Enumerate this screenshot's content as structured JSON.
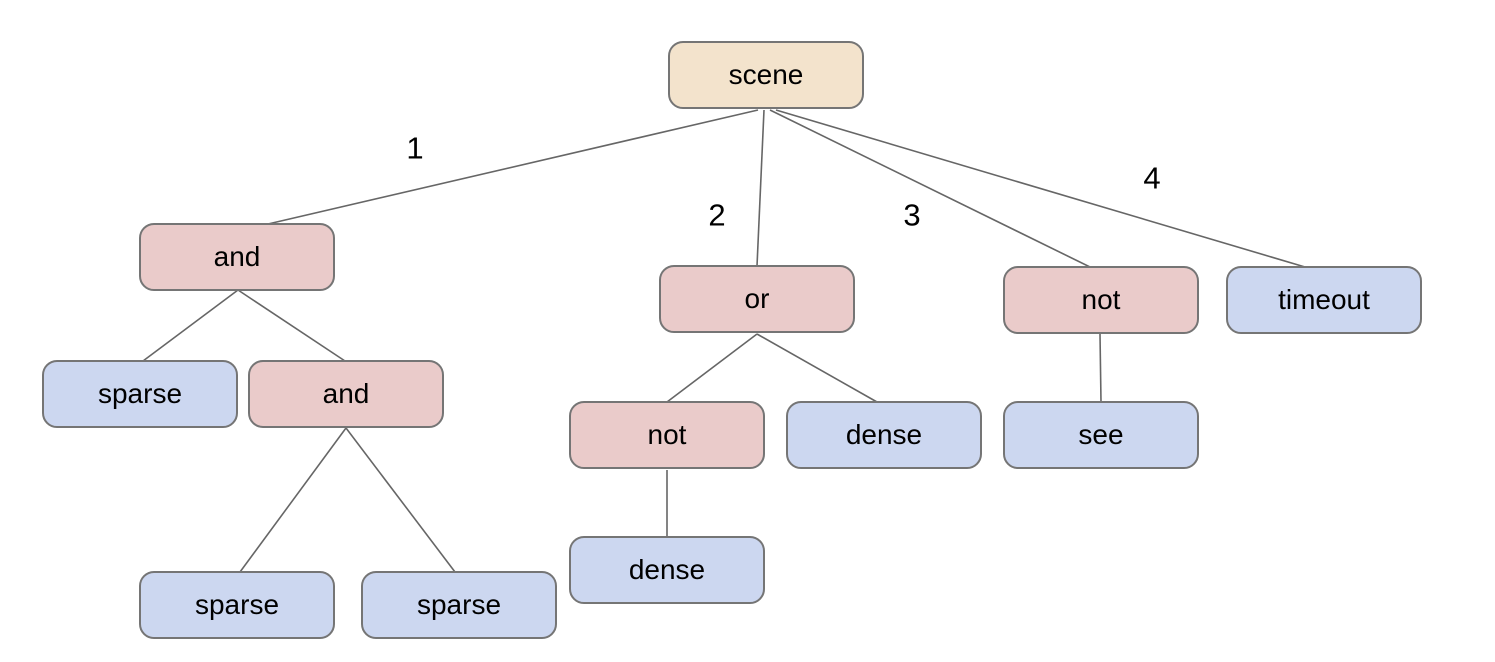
{
  "diagram": {
    "type": "tree",
    "root": "scene",
    "nodes": [
      {
        "id": "scene",
        "label": "scene",
        "kind": "root"
      },
      {
        "id": "and-1",
        "label": "and",
        "kind": "operator"
      },
      {
        "id": "or-1",
        "label": "or",
        "kind": "operator"
      },
      {
        "id": "not-1",
        "label": "not",
        "kind": "operator"
      },
      {
        "id": "timeout-1",
        "label": "timeout",
        "kind": "leaf"
      },
      {
        "id": "sparse-1",
        "label": "sparse",
        "kind": "leaf"
      },
      {
        "id": "and-2",
        "label": "and",
        "kind": "operator"
      },
      {
        "id": "not-2",
        "label": "not",
        "kind": "operator"
      },
      {
        "id": "dense-1",
        "label": "dense",
        "kind": "leaf"
      },
      {
        "id": "see-1",
        "label": "see",
        "kind": "leaf"
      },
      {
        "id": "dense-2",
        "label": "dense",
        "kind": "leaf"
      },
      {
        "id": "sparse-2",
        "label": "sparse",
        "kind": "leaf"
      },
      {
        "id": "sparse-3",
        "label": "sparse",
        "kind": "leaf"
      }
    ],
    "edges": [
      {
        "from": "scene",
        "to": "and-1",
        "label": "1"
      },
      {
        "from": "scene",
        "to": "or-1",
        "label": "2"
      },
      {
        "from": "scene",
        "to": "not-1",
        "label": "3"
      },
      {
        "from": "scene",
        "to": "timeout-1",
        "label": "4"
      },
      {
        "from": "and-1",
        "to": "sparse-1",
        "label": ""
      },
      {
        "from": "and-1",
        "to": "and-2",
        "label": ""
      },
      {
        "from": "and-2",
        "to": "sparse-2",
        "label": ""
      },
      {
        "from": "and-2",
        "to": "sparse-3",
        "label": ""
      },
      {
        "from": "or-1",
        "to": "not-2",
        "label": ""
      },
      {
        "from": "or-1",
        "to": "dense-1",
        "label": ""
      },
      {
        "from": "not-2",
        "to": "dense-2",
        "label": ""
      },
      {
        "from": "not-1",
        "to": "see-1",
        "label": ""
      }
    ],
    "colors": {
      "root_fill": "#f3e3cc",
      "operator_fill": "#eacbca",
      "leaf_fill": "#ccd7f0",
      "node_border": "#757575",
      "edge_line": "#666666",
      "text": "#000000",
      "background": "#ffffff"
    }
  }
}
